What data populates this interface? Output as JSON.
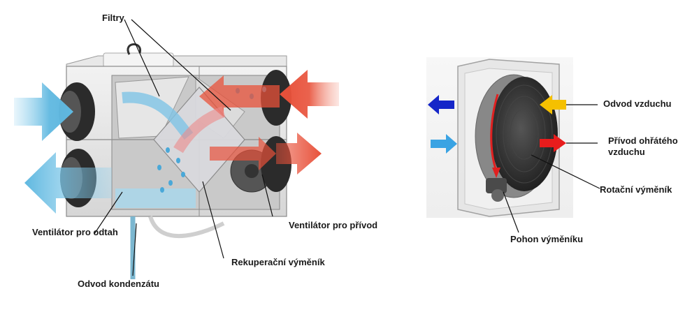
{
  "left_diagram": {
    "labels": {
      "filters": "Filtry",
      "exhaust_fan": "Ventilátor pro odtah",
      "supply_fan": "Ventilátor pro přívod",
      "recuperation_exchanger": "Rekuperační výměník",
      "condensate_drain": "Odvod kondenzátu"
    }
  },
  "right_diagram": {
    "labels": {
      "air_exhaust": "Odvod vzduchu",
      "heated_air_supply": "Přívod ohřátého vzduchu",
      "rotary_exchanger": "Rotační výměník",
      "exchanger_drive": "Pohon výměníku"
    }
  },
  "colors": {
    "cold_air": "#5fb8e0",
    "warm_air": "#e8513a",
    "yellow_arrow": "#f5c000",
    "red_arrow": "#e81c1c",
    "blue_arrow": "#1526c8",
    "light_blue_arrow": "#3aa3e3"
  }
}
